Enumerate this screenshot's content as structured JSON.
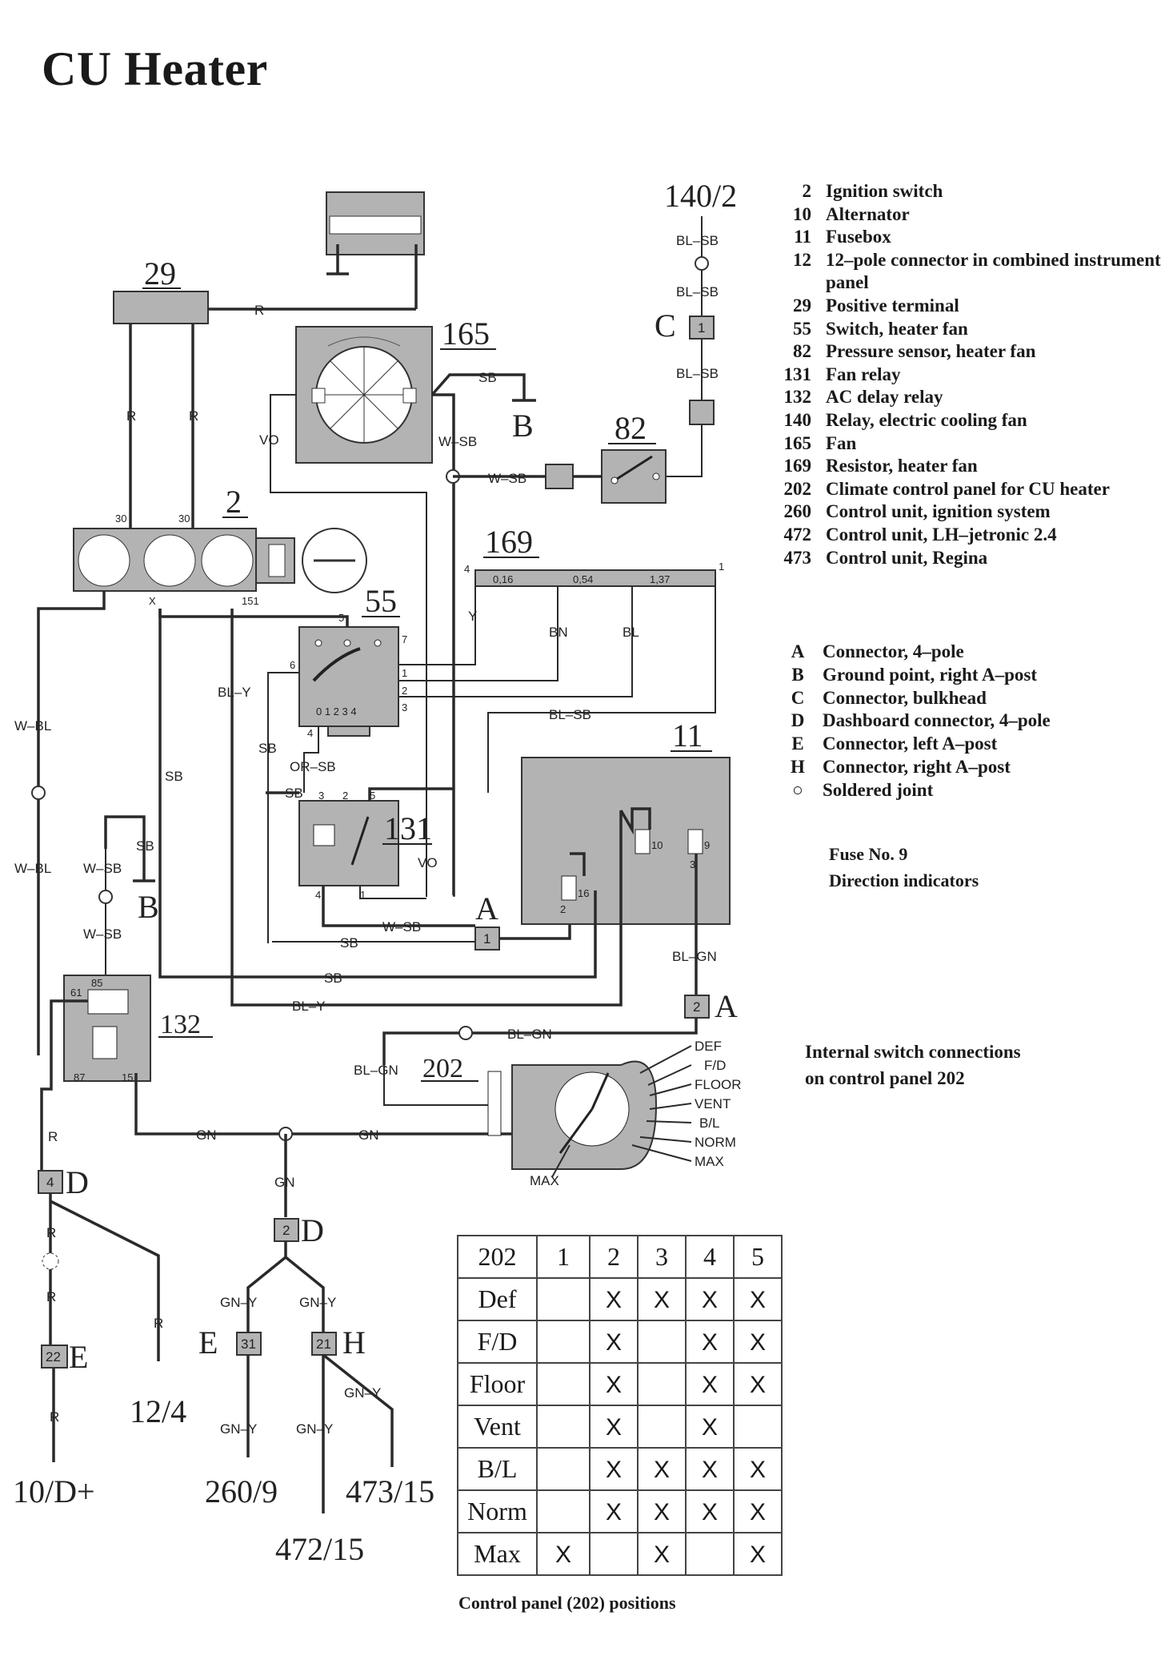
{
  "title": "CU Heater",
  "legend_components": [
    {
      "num": "2",
      "text": "Ignition switch"
    },
    {
      "num": "10",
      "text": "Alternator"
    },
    {
      "num": "11",
      "text": "Fusebox"
    },
    {
      "num": "12",
      "text": "12–pole connector in combined instrument panel"
    },
    {
      "num": "29",
      "text": "Positive terminal"
    },
    {
      "num": "55",
      "text": "Switch, heater fan"
    },
    {
      "num": "82",
      "text": "Pressure sensor, heater fan"
    },
    {
      "num": "131",
      "text": "Fan relay"
    },
    {
      "num": "132",
      "text": "AC delay relay"
    },
    {
      "num": "140",
      "text": "Relay, electric cooling fan"
    },
    {
      "num": "165",
      "text": "Fan"
    },
    {
      "num": "169",
      "text": "Resistor, heater fan"
    },
    {
      "num": "202",
      "text": "Climate control panel for CU heater"
    },
    {
      "num": "260",
      "text": "Control unit, ignition system"
    },
    {
      "num": "472",
      "text": "Control unit, LH–jetronic 2.4"
    },
    {
      "num": "473",
      "text": "Control unit, Regina"
    }
  ],
  "legend_connectors": [
    {
      "key": "A",
      "text": "Connector, 4–pole"
    },
    {
      "key": "B",
      "text": "Ground point, right A–post"
    },
    {
      "key": "C",
      "text": "Connector, bulkhead"
    },
    {
      "key": "D",
      "text": "Dashboard connector, 4–pole"
    },
    {
      "key": "E",
      "text": "Connector, left A–post"
    },
    {
      "key": "H",
      "text": "Connector, right A–post"
    },
    {
      "key": "○",
      "text": "Soldered joint"
    }
  ],
  "fuse_note": {
    "line1": "Fuse No. 9",
    "line2": "Direction indicators"
  },
  "internal_note": {
    "line1": "Internal switch connections",
    "line2": "on control panel 202"
  },
  "position_table": {
    "corner": "202",
    "columns": [
      "1",
      "2",
      "3",
      "4",
      "5"
    ],
    "rows": [
      {
        "label": "Def",
        "marks": [
          "",
          "X",
          "X",
          "X",
          "X"
        ]
      },
      {
        "label": "F/D",
        "marks": [
          "",
          "X",
          "",
          "X",
          "X"
        ]
      },
      {
        "label": "Floor",
        "marks": [
          "",
          "X",
          "",
          "X",
          "X"
        ]
      },
      {
        "label": "Vent",
        "marks": [
          "",
          "X",
          "",
          "X",
          ""
        ]
      },
      {
        "label": "B/L",
        "marks": [
          "",
          "X",
          "X",
          "X",
          "X"
        ]
      },
      {
        "label": "Norm",
        "marks": [
          "",
          "X",
          "X",
          "X",
          "X"
        ]
      },
      {
        "label": "Max",
        "marks": [
          "X",
          "",
          "X",
          "",
          "X"
        ]
      }
    ],
    "caption": "Control panel (202) positions"
  },
  "diagram_labels": {
    "c29": "29",
    "c165": "165",
    "c2": "2",
    "c55": "55",
    "c169": "169",
    "c131": "131",
    "c132": "132",
    "c11": "11",
    "c82": "82",
    "c202": "202",
    "c140_2": "140/2",
    "r": "R",
    "vo": "VO",
    "sb": "SB",
    "wsb": "W–SB",
    "wbl": "W–BL",
    "bly": "BL–Y",
    "orsb": "OR–SB",
    "blsb": "BL–SB",
    "blgn": "BL–GN",
    "gn": "GN",
    "bn": "BN",
    "bl": "BL",
    "y": "Y",
    "gny": "GN–Y",
    "x": "X",
    "b": "B",
    "c": "C",
    "a": "A",
    "d": "D",
    "e": "E",
    "h": "H",
    "t30": "30",
    "t151": "151",
    "def": "DEF",
    "fd": "F/D",
    "floor": "FLOOR",
    "vent": "VENT",
    "bl2": "B/L",
    "norm": "NORM",
    "max": "MAX",
    "r016": "0,16",
    "r054": "0,54",
    "r137": "1,37",
    "sw": "0 1 2 3 4",
    "n1": "1",
    "n2": "2",
    "n3": "3",
    "n4": "4",
    "n5": "5",
    "n6": "6",
    "n7": "7",
    "n0": "0",
    "n9": "9",
    "n10": "10",
    "n15": "15",
    "n16": "16",
    "n21": "21",
    "n22": "22",
    "n31": "31",
    "n61": "61",
    "n85": "85",
    "n87": "87",
    "e10d": "10/D+",
    "e124": "12/4",
    "e2609": "260/9",
    "e47215": "472/15",
    "e47315": "473/15"
  }
}
